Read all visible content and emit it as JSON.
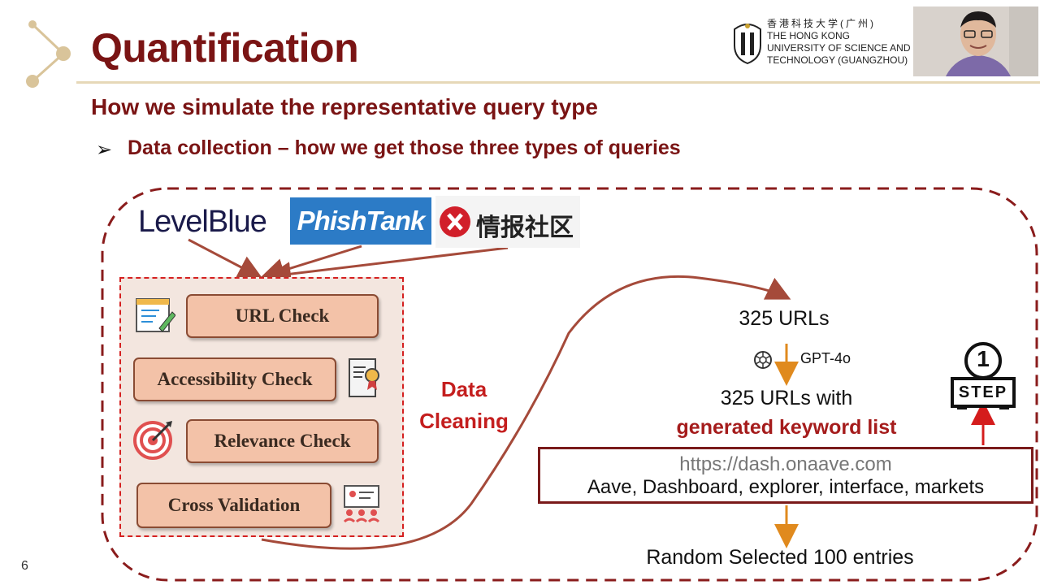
{
  "slide": {
    "title": "Quantification",
    "subtitle": "How we simulate the representative query type",
    "bullet_marker": "➢",
    "bullet": "Data collection – how we get those three types of queries",
    "page_number": "6"
  },
  "university": {
    "chinese_name": "香港科技大学(广州)",
    "line1": "THE HONG KONG",
    "line2": "UNIVERSITY OF SCIENCE AND",
    "line3": "TECHNOLOGY (GUANGZHOU)"
  },
  "sources": {
    "levelblue": "LevelBlue",
    "phishtank": "PhishTank",
    "intel": "情报社区"
  },
  "pipeline": {
    "steps": [
      "URL Check",
      "Accessibility Check",
      "Relevance Check",
      "Cross Validation"
    ],
    "label_line1": "Data",
    "label_line2": "Cleaning"
  },
  "flow": {
    "count_label": "325 URLs",
    "model_label": "GPT-4o",
    "result_line1": "325 URLs with",
    "result_line2": "generated keyword list",
    "example_url": "https://dash.onaave.com",
    "example_keywords": "Aave, Dashboard, explorer, interface, markets",
    "final_label": "Random Selected 100 entries",
    "step_badge_number": "1",
    "step_badge_text": "STEP"
  },
  "colors": {
    "accent": "#7a1414",
    "highlight_red": "#c41e1e",
    "arrow_orange": "#e08a1e",
    "step_fill": "#f3c2a8"
  }
}
